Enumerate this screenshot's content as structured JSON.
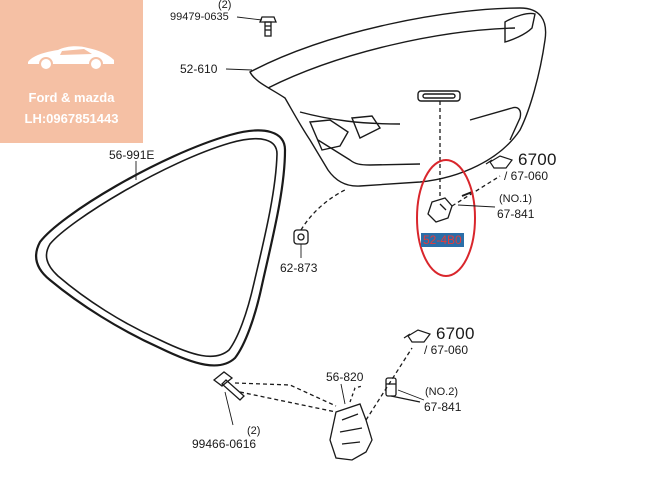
{
  "watermark": {
    "brand": "Ford & mazda",
    "phone": "LH:0967851443",
    "logo_icon": "sports-car-icon",
    "panel_color": "#f5c0a4"
  },
  "parts": {
    "bolt_top_qty": "(2)",
    "bolt_top_code": "99479-0635",
    "trunk_lid": "52-610",
    "weatherstrip": "56-991E",
    "grommet": "62-873",
    "ref_a_big": "6700",
    "ref_a_sub": "/ 67-060",
    "no1": "(NO.1)",
    "switch_1": "67-841",
    "highlighted": "52-4B0",
    "ref_b_big": "6700",
    "ref_b_sub": "/ 67-060",
    "latch": "56-820",
    "no2": "(NO.2)",
    "switch_2": "67-841",
    "bolt_bottom_qty": "(2)",
    "bolt_bottom_code": "99466-0616"
  },
  "colors": {
    "highlight_circle": "#d9262c",
    "highlight_label_bg": "#2b6ea8",
    "line": "#1a1a1a"
  }
}
